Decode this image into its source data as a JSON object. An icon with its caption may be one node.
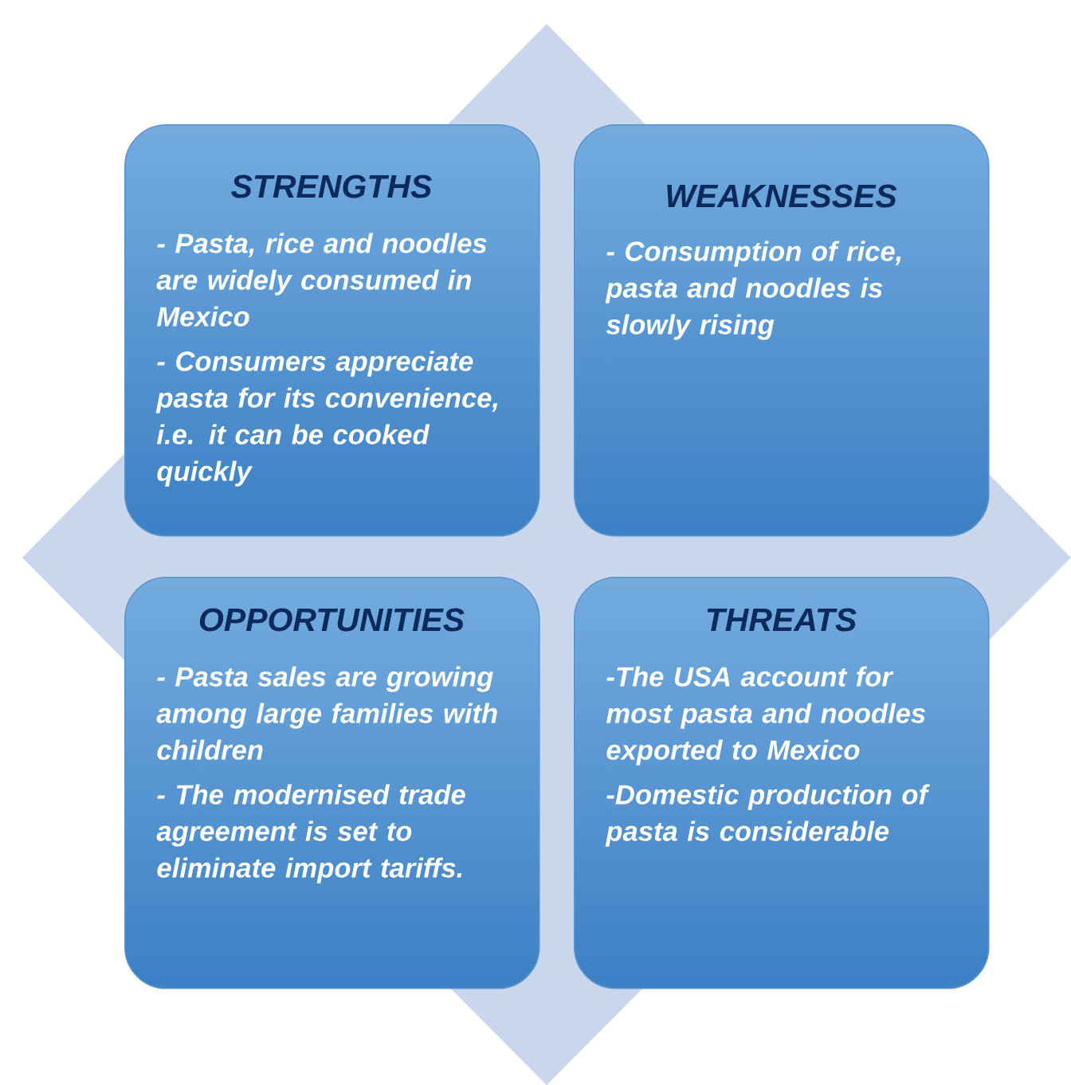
{
  "diagram": {
    "nodes": [
      {
        "text": [
          "STRENGTHS",
          "- Pasta, rice and noodles are widely consumed in Mexico",
          "- Consumers appreciate pasta for its convenience, i.e. it can be cooked quickly"
        ]
      },
      {
        "text": [
          "WEAKNESSES",
          "- Consumption of rice, pasta and noodles is slowly rising"
        ]
      },
      {
        "text": [
          "OPPORTUNITIES",
          "- Pasta sales are growing among large families with children",
          "- The modernised trade agreement is set to eliminate import tariffs."
        ]
      },
      {
        "text": [
          "THREATS",
          "-The USA account for most pasta and noodles exported to Mexico",
          "-Domestic production of pasta is considerable"
        ]
      }
    ]
  }
}
